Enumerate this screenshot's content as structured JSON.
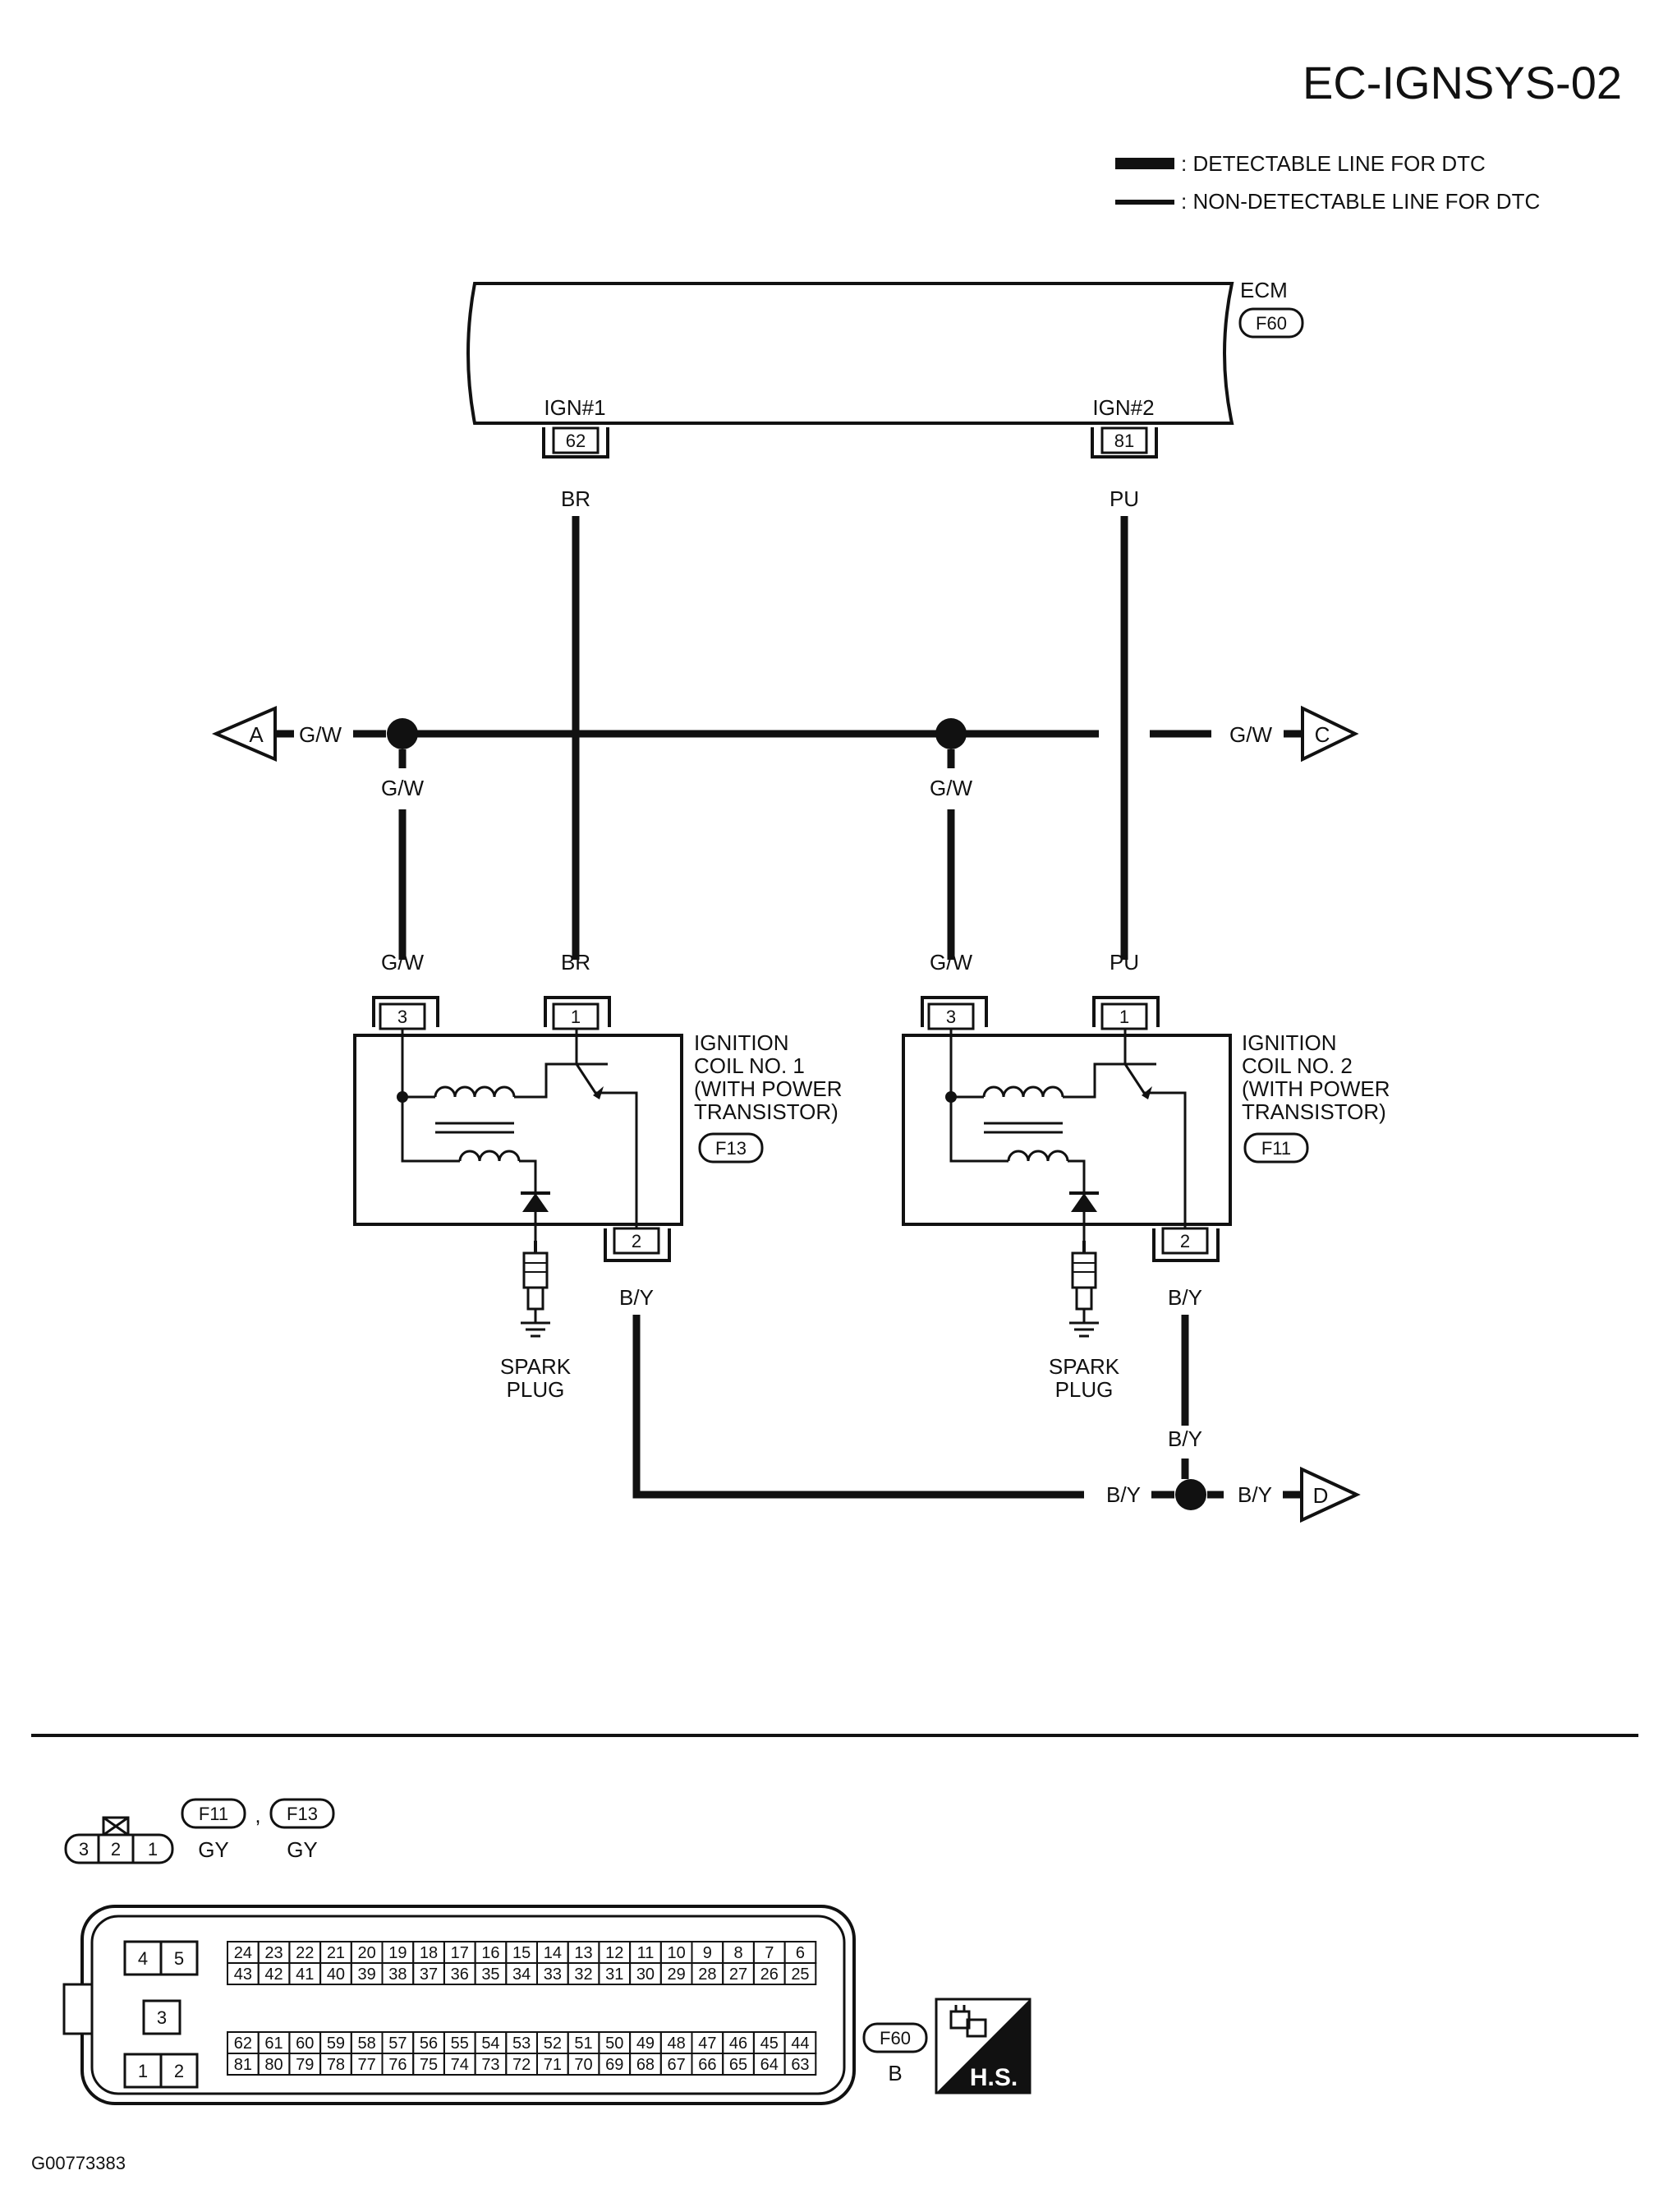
{
  "page_title": "EC-IGNSYS-02",
  "legend": {
    "detectable": ": DETECTABLE LINE FOR DTC",
    "non_detectable": ": NON-DETECTABLE LINE FOR DTC"
  },
  "ecm": {
    "name": "ECM",
    "connector": "F60",
    "terminals": [
      {
        "label": "IGN#1",
        "pin": "62",
        "wire": "BR"
      },
      {
        "label": "IGN#2",
        "pin": "81",
        "wire": "PU"
      }
    ]
  },
  "bus": {
    "wire": "G/W",
    "left_ref": "A",
    "right_ref": "C"
  },
  "coil1": {
    "title_lines": [
      "IGNITION",
      "COIL NO. 1",
      "(WITH POWER",
      "TRANSISTOR)"
    ],
    "connector": "F13",
    "pins": {
      "p1": "1",
      "p2": "2",
      "p3": "3"
    },
    "wire_top_left": "G/W",
    "wire_top_mid": "G/W",
    "wire_in": "BR",
    "wire_out": "B/Y",
    "spark_lines": [
      "SPARK",
      "PLUG"
    ]
  },
  "coil2": {
    "title_lines": [
      "IGNITION",
      "COIL NO. 2",
      "(WITH POWER",
      "TRANSISTOR)"
    ],
    "connector": "F11",
    "pins": {
      "p1": "1",
      "p2": "2",
      "p3": "3"
    },
    "wire_top_left": "G/W",
    "wire_top_mid": "G/W",
    "wire_in": "PU",
    "wire_out": "B/Y",
    "wire_out2": "B/Y",
    "spark_lines": [
      "SPARK",
      "PLUG"
    ]
  },
  "ground_bus": {
    "wire_left": "B/Y",
    "wire_right": "B/Y",
    "ref": "D"
  },
  "connector_legend": {
    "small_pins": [
      "3",
      "2",
      "1"
    ],
    "conn1": "F11",
    "conn1_color": "GY",
    "separator": ",",
    "conn2": "F13",
    "conn2_color": "GY",
    "block_left_pins": {
      "a": "4",
      "b": "5",
      "c": "3",
      "d": "1",
      "e": "2"
    },
    "row1": [
      "24",
      "23",
      "22",
      "21",
      "20",
      "19",
      "18",
      "17",
      "16",
      "15",
      "14",
      "13",
      "12",
      "11",
      "10",
      "9",
      "8",
      "7",
      "6"
    ],
    "row2": [
      "43",
      "42",
      "41",
      "40",
      "39",
      "38",
      "37",
      "36",
      "35",
      "34",
      "33",
      "32",
      "31",
      "30",
      "29",
      "28",
      "27",
      "26",
      "25"
    ],
    "row3": [
      "62",
      "61",
      "60",
      "59",
      "58",
      "57",
      "56",
      "55",
      "54",
      "53",
      "52",
      "51",
      "50",
      "49",
      "48",
      "47",
      "46",
      "45",
      "44"
    ],
    "row4": [
      "81",
      "80",
      "79",
      "78",
      "77",
      "76",
      "75",
      "74",
      "73",
      "72",
      "71",
      "70",
      "69",
      "68",
      "67",
      "66",
      "65",
      "64",
      "63"
    ],
    "ecm_conn": "F60",
    "ecm_color": "B",
    "hs_label": "H.S."
  },
  "footer_code": "G00773383"
}
